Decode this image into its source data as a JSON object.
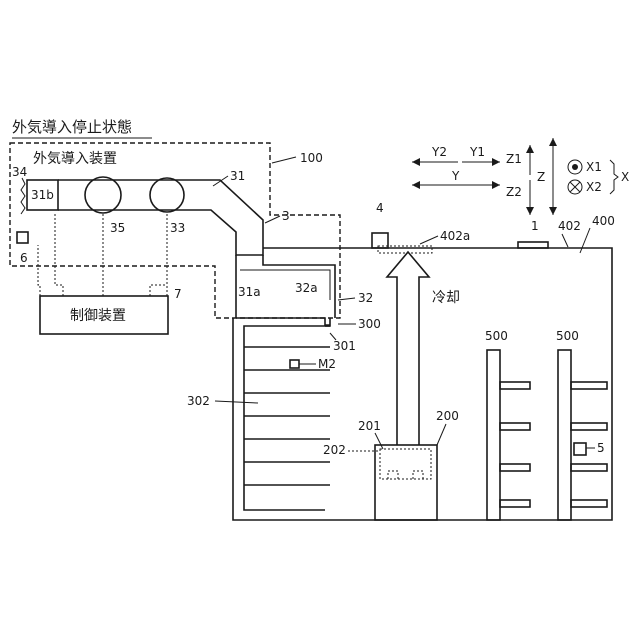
{
  "title": "外気導入停止状態",
  "unit_label": "外気導入装置",
  "controller_label": "制御装置",
  "cooling_label": "冷却",
  "refs": {
    "r100": "100",
    "r3": "3",
    "r31": "31",
    "r31a": "31a",
    "r31b": "31b",
    "r32": "32",
    "r32a": "32a",
    "r33": "33",
    "r34": "34",
    "r35": "35",
    "r6": "6",
    "r7": "7",
    "r4": "4",
    "r402a": "402a",
    "r1": "1",
    "r402": "402",
    "r400": "400",
    "r300": "300",
    "r301": "301",
    "r302": "302",
    "rM2": "M2",
    "r200": "200",
    "r201": "201",
    "r202": "202",
    "r500a": "500",
    "r500b": "500",
    "r5": "5"
  },
  "axes": {
    "y2": "Y2",
    "y1": "Y1",
    "y": "Y",
    "z1": "Z1",
    "z2": "Z2",
    "z": "Z",
    "x1": "X1",
    "x2": "X2",
    "x": "X"
  }
}
